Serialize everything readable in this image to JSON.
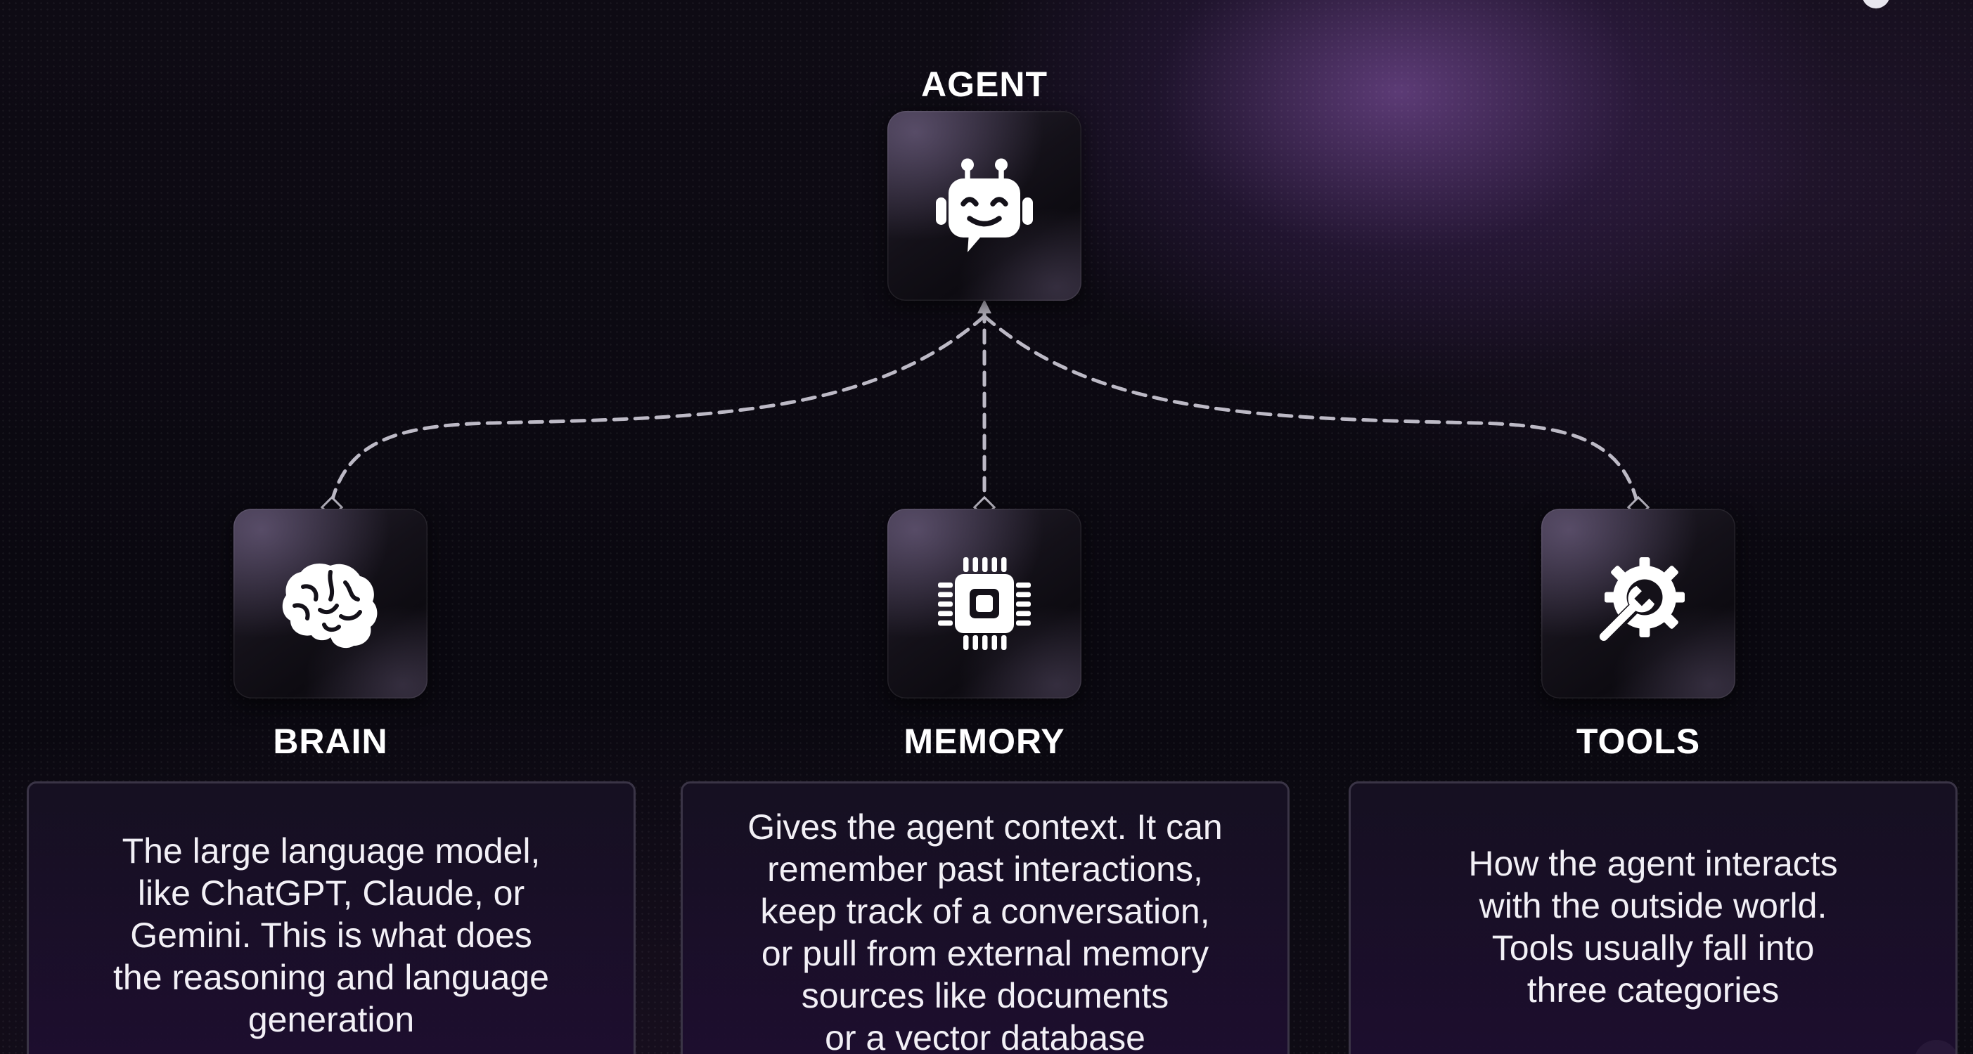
{
  "agent": {
    "label": "AGENT",
    "icon": "robot-icon"
  },
  "components": [
    {
      "label": "BRAIN",
      "icon": "brain-icon",
      "description": "The large language model,\nlike ChatGPT, Claude, or\nGemini. This is what does\nthe reasoning and language\ngeneration"
    },
    {
      "label": "MEMORY",
      "icon": "chip-icon",
      "description": "Gives the agent context. It can\nremember past interactions,\nkeep track of a conversation,\nor pull from external memory\nsources like documents\nor a vector database"
    },
    {
      "label": "TOOLS",
      "icon": "gear-wrench-icon",
      "description": "How the agent interacts\nwith the outside world.\nTools usually fall into\nthree categories"
    }
  ],
  "colors": {
    "background": "#0b0910",
    "glow": "#965fbe",
    "connector": "#bdbac6",
    "box_border": "#3a3446",
    "text": "#ffffff"
  }
}
